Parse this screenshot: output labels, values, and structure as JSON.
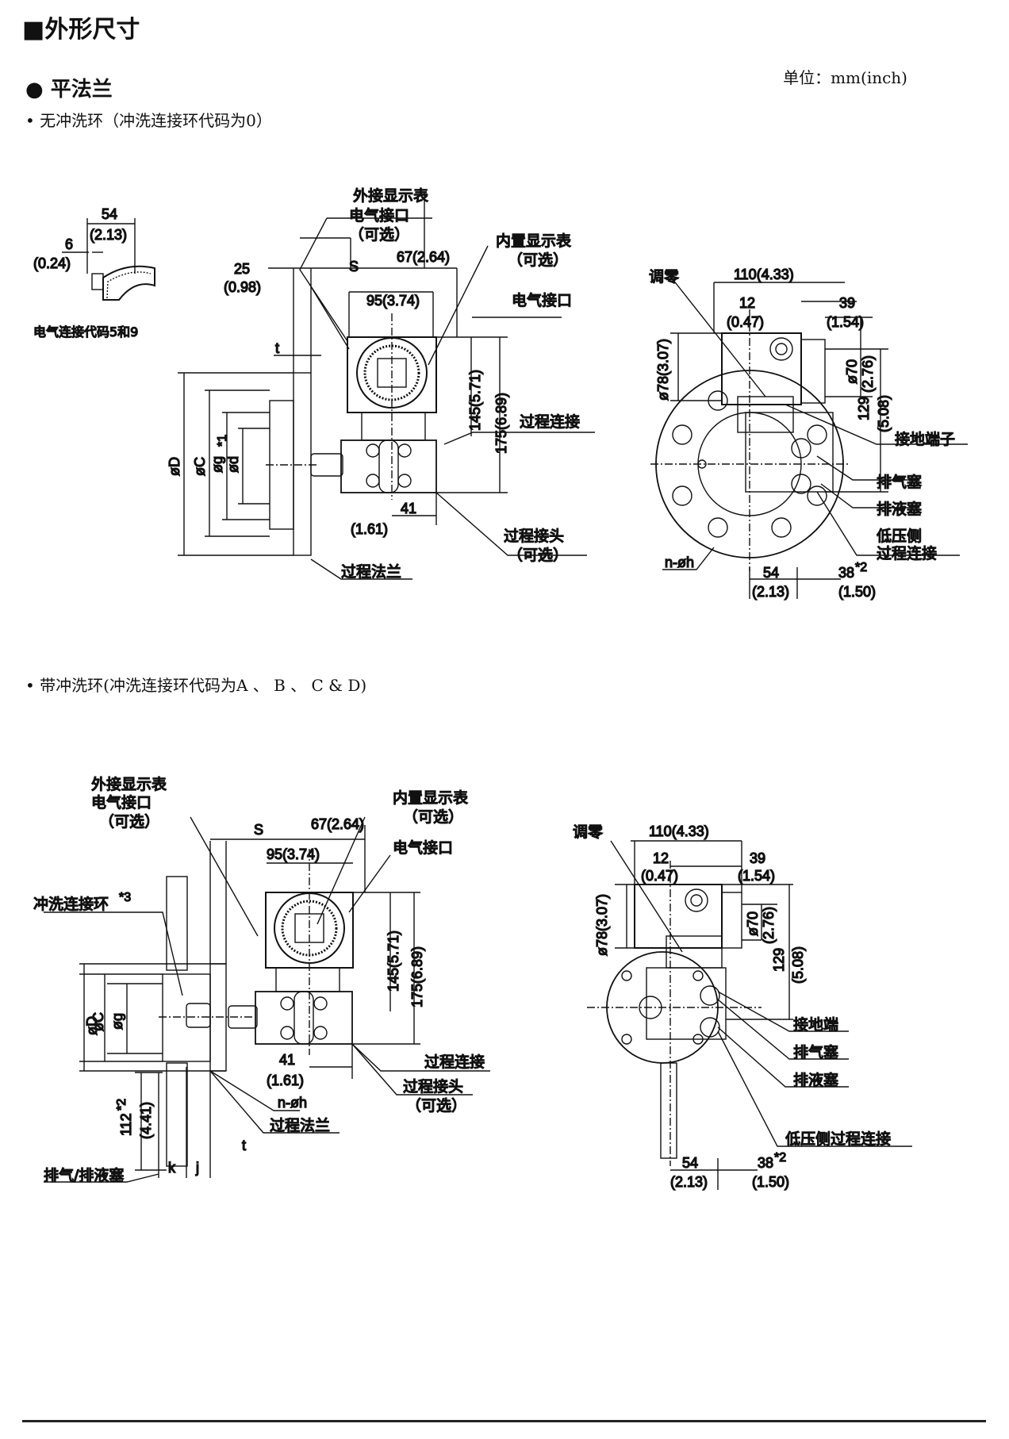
{
  "header": {
    "title": "■外形尺寸",
    "subtitle": "● 平法兰",
    "unit": "单位：mm(inch)"
  },
  "section1": {
    "bullet": "•  无冲洗环（冲洗连接环代码为0）",
    "small_view": {
      "dim_54": "54",
      "dim_213": "(2.13)",
      "dim_6": "6",
      "dim_024": "(0.24)",
      "caption": "电气连接代码5和9"
    },
    "side": {
      "ext_display": "外接显示表",
      "ext_conn": "电气接口",
      "optional": "（可选）",
      "dim_25": "25",
      "dim_098": "(0.98)",
      "dim_S": "S",
      "dim_67": "67(2.64)",
      "int_display": "内置显示表",
      "int_opt": "（可选）",
      "elec_conn": "电气接口",
      "dim_95": "95(3.74)",
      "dim_t": "t",
      "dim_145": "145(5.71)",
      "dim_175": "175(6.89)",
      "proc_conn": "过程连接",
      "dim_41": "41",
      "dim_161": "(1.61)",
      "proc_fitting": "过程接头",
      "proc_fitting_opt": "（可选）",
      "proc_flange": "过程法兰",
      "lbl_D": "øD",
      "lbl_C": "øC",
      "lbl_g": "øg",
      "lbl_d": "ød",
      "sup1": "*1"
    },
    "front": {
      "zero": "调零",
      "dim_110": "110(4.33)",
      "dim_12": "12",
      "dim_047": "(0.47)",
      "dim_39": "39",
      "dim_154": "(1.54)",
      "dim_78": "ø78(3.07)",
      "dim_70": "ø70",
      "dim_276": "(2.76)",
      "dim_129": "129",
      "dim_508": "(5.08)",
      "ground": "接地端子",
      "vent": "排气塞",
      "drain": "排液塞",
      "low1": "低压侧",
      "low2": "过程连接",
      "noh": "n-øh",
      "dim_54": "54",
      "dim_213": "(2.13)",
      "dim_38": "38",
      "sup2": "*2",
      "dim_150": "(1.50)"
    }
  },
  "section2": {
    "bullet": "•  带冲洗环(冲洗连接环代码为A 、 B 、 C & D)",
    "side": {
      "ext_display": "外接显示表",
      "ext_conn": "电气接口",
      "optional": "（可选）",
      "dim_S": "S",
      "dim_67": "67(2.64)",
      "int_display": "内置显示表",
      "int_opt": "（可选）",
      "elec_conn": "电气接口",
      "dim_95": "95(3.74)",
      "flush_ring": "冲洗连接环",
      "sup3": "*3",
      "lbl_D": "øD",
      "lbl_C": "øC",
      "lbl_g": "øg",
      "dim_145": "145(5.71)",
      "dim_175": "175(6.89)",
      "dim_41": "41",
      "dim_161": "(1.61)",
      "proc_conn": "过程连接",
      "proc_fitting": "过程接头",
      "proc_fitting_opt": "（可选）",
      "noh": "n-øh",
      "proc_flange": "过程法兰",
      "dim_112": "112",
      "sup2": "*2",
      "dim_441": "(4.41)",
      "dim_t": "t",
      "dim_k": "k",
      "dim_j": "j",
      "vent_drain": "排气/排液塞"
    },
    "front": {
      "zero": "调零",
      "dim_110": "110(4.33)",
      "dim_12": "12",
      "dim_047": "(0.47)",
      "dim_39": "39",
      "dim_154": "(1.54)",
      "dim_78": "ø78(3.07)",
      "dim_70": "ø70",
      "dim_276": "(2.76)",
      "dim_129": "129",
      "dim_508": "(5.08)",
      "ground": "接地端",
      "vent": "排气塞",
      "drain": "排液塞",
      "low": "低压侧过程连接",
      "dim_54": "54",
      "dim_213": "(2.13)",
      "dim_38": "38",
      "sup2": "*2",
      "dim_150": "(1.50)"
    }
  }
}
